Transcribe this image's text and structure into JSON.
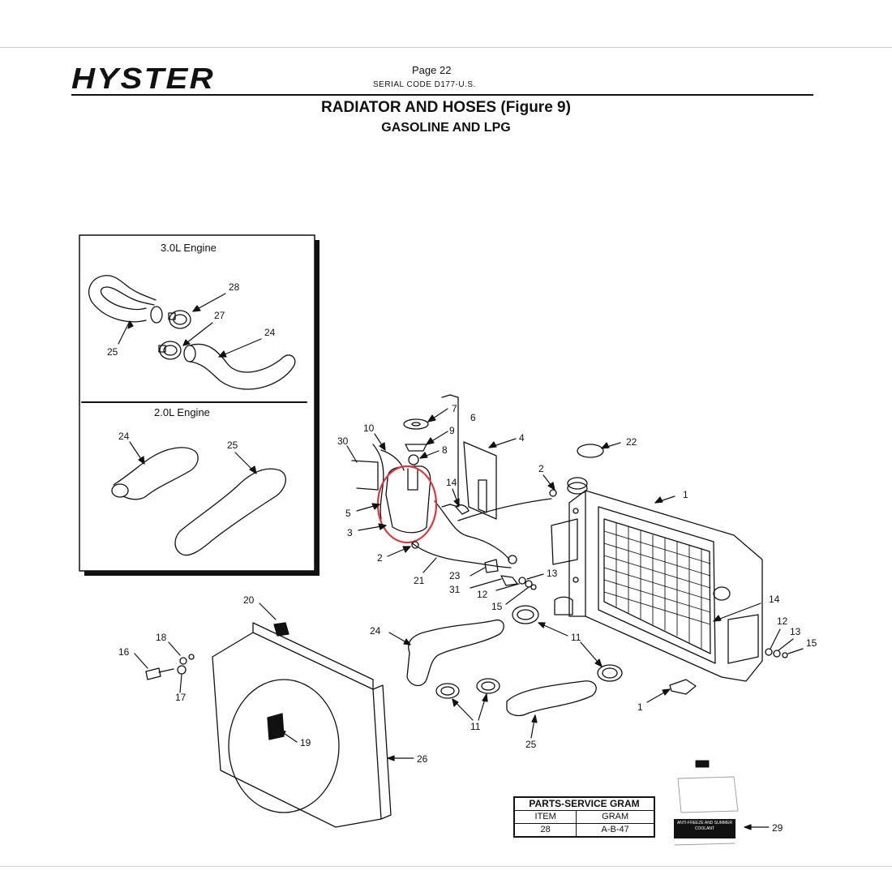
{
  "header": {
    "logo": "HYSTER",
    "page": "Page 22",
    "serial": "SERIAL CODE D177-U.S.",
    "title": "RADIATOR AND HOSES (Figure 9)",
    "subtitle": "GASOLINE AND LPG"
  },
  "inset": {
    "top_label": "3.0L Engine",
    "bottom_label": "2.0L Engine"
  },
  "callouts": {
    "c28a": "28",
    "c27": "27",
    "c24a": "24",
    "c25a": "25",
    "c24b": "24",
    "c25b": "25",
    "c7": "7",
    "c6": "6",
    "c9": "9",
    "c8": "8",
    "c4": "4",
    "c10": "10",
    "c30": "30",
    "c22": "22",
    "c2a": "2",
    "c1a": "1",
    "c14a": "14",
    "c5": "5",
    "c3": "3",
    "c2b": "2",
    "c21": "21",
    "c23": "23",
    "c31": "31",
    "c13a": "13",
    "c12a": "12",
    "c15a": "15",
    "c14b": "14",
    "c12b": "12",
    "c13b": "13",
    "c15b": "15",
    "c20": "20",
    "c18": "18",
    "c16": "16",
    "c17": "17",
    "c24c": "24",
    "c11a": "11",
    "c11b": "11",
    "c1b": "1",
    "c25c": "25",
    "c19": "19",
    "c26": "26",
    "c29": "29"
  },
  "gram_table": {
    "head": "PARTS-SERVICE GRAM",
    "col_item": "ITEM",
    "col_gram": "GRAM",
    "item": "28",
    "gram": "A-B-47"
  },
  "decal_text": "ANTI-FREEZE AND SUMMER COOLANT",
  "highlight_color": "#d9363e"
}
